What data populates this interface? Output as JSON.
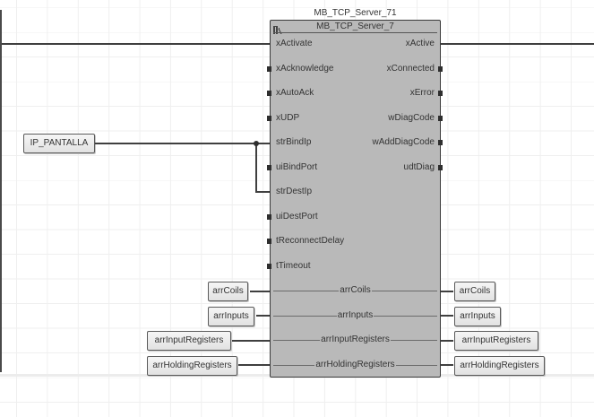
{
  "block": {
    "instance_name": "MB_TCP_Server_71",
    "type_name": "MB_TCP_Server_7",
    "icon": "function-block-icon",
    "inputs": [
      "xActivate",
      "xAcknowledge",
      "xAutoAck",
      "xUDP",
      "strBindIp",
      "uiBindPort",
      "strDestIp",
      "uiDestPort",
      "tReconnectDelay",
      "tTimeout"
    ],
    "outputs": [
      "xActive",
      "xConnected",
      "xError",
      "wDiagCode",
      "wAddDiagCode",
      "udtDiag"
    ],
    "inouts": [
      "arrCoils",
      "arrInputs",
      "arrInputRegisters",
      "arrHoldingRegisters"
    ]
  },
  "variables": {
    "ip_input": "IP_PANTALLA",
    "left": [
      "arrCoils",
      "arrInputs",
      "arrInputRegisters",
      "arrHoldingRegisters"
    ],
    "right": [
      "arrCoils",
      "arrInputs",
      "arrInputRegisters",
      "arrHoldingRegisters"
    ]
  },
  "colors": {
    "block_fill": "#b9b9b9",
    "wire": "#3f3f3f",
    "grid": "#efefef"
  }
}
